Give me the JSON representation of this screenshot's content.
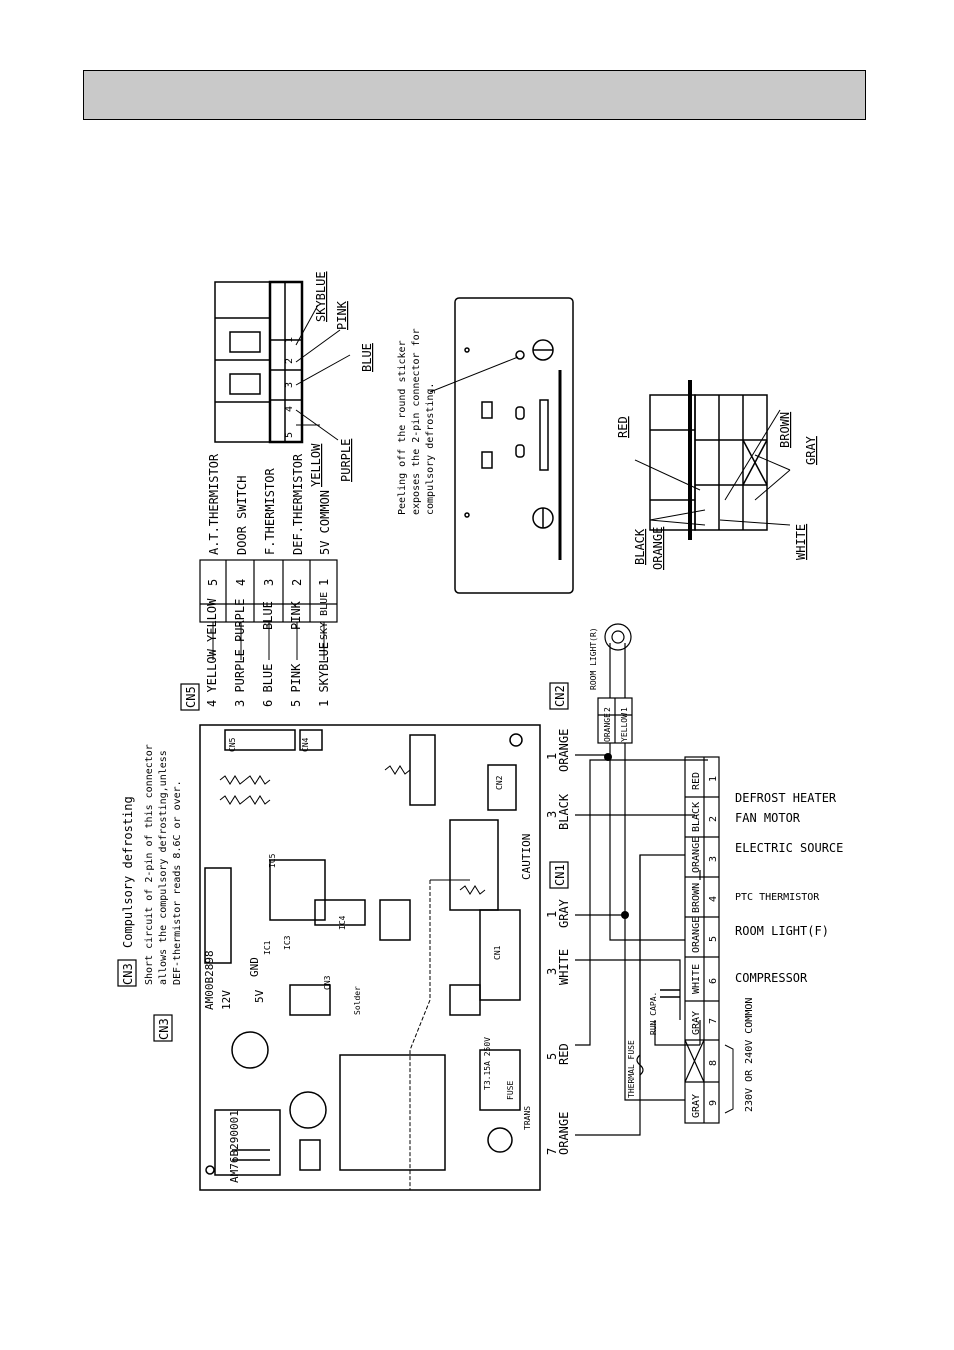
{
  "header": {
    "title": ""
  },
  "cn5": {
    "label": "CN5",
    "left_wires": [
      "4 YELLOW",
      "3 PURPLE",
      "6 BLUE",
      "5 PINK",
      "1 SKYBLUE"
    ],
    "table": [
      {
        "color": "YELLOW",
        "pin": "5",
        "func": "A.T.THERMISTOR"
      },
      {
        "color": "PURPLE",
        "pin": "4",
        "func": "DOOR SWITCH"
      },
      {
        "color": "BLUE",
        "pin": "3",
        "func": "F.THERMISTOR"
      },
      {
        "color": "PINK",
        "pin": "2",
        "func": "DEF.THERMISTOR"
      },
      {
        "color": "SKY BLUE",
        "pin": "1",
        "func": "5V COMMON"
      }
    ],
    "connector_wires": [
      "YELLOW",
      "PURPLE",
      "BLUE",
      "PINK",
      "SKYBLUE"
    ]
  },
  "sticker_note": [
    "Peeling off the round sticker",
    "exposes the 2-pin connector for",
    "compulsory defrosting."
  ],
  "cn3": {
    "label": "CN3",
    "title": "Compulsory defrosting",
    "note": [
      "Short circuit of 2-pin of this connector",
      "allows the compulsory defrosting,unless",
      "DEF-thermistor reads 8.6C or over."
    ]
  },
  "pcb": {
    "part_top": "AM00B2898",
    "part_bottom": "AM76B290001",
    "labels": [
      "CN5",
      "CN4",
      "CN3",
      "CN2",
      "CN1",
      "IC1",
      "IC3",
      "IC4",
      "IC5",
      "CAUTION",
      "FUSE",
      "TRANS",
      "T3.15A 250V",
      "12V",
      "5V",
      "GND",
      "Solder"
    ]
  },
  "pcb_wires": [
    {
      "num": "7",
      "color": "ORANGE"
    },
    {
      "num": "5",
      "color": "RED"
    },
    {
      "num": "3",
      "color": "WHITE"
    },
    {
      "num": "1",
      "color": "GRAY"
    },
    {
      "num": "3",
      "color": "BLACK"
    },
    {
      "num": "1",
      "color": "ORANGE"
    }
  ],
  "cn1": {
    "label": "CN1"
  },
  "cn2": {
    "label": "CN2",
    "pins": [
      {
        "num": "2",
        "color": "ORANGE"
      },
      {
        "num": "1",
        "color": "YELLOW"
      }
    ],
    "lamp": "ROOM LIGHT(R)"
  },
  "terminal_block": [
    {
      "color": "RED",
      "pin": "1",
      "func": "DEFROST HEATER"
    },
    {
      "color": "BLACK",
      "pin": "2",
      "func": "FAN MOTOR"
    },
    {
      "color": "ORANGE",
      "pin": "3",
      "func": "ELECTRIC SOURCE"
    },
    {
      "color": "BROWN",
      "pin": "4",
      "func": "PTC THERMISTOR"
    },
    {
      "color": "ORANGE",
      "pin": "5",
      "func": "ROOM LIGHT(F)"
    },
    {
      "color": "WHITE",
      "pin": "6",
      "func": "COMPRESSOR"
    },
    {
      "color": "GRAY",
      "pin": "7",
      "func": ""
    },
    {
      "color": "",
      "pin": "8",
      "func": ""
    },
    {
      "color": "GRAY",
      "pin": "9",
      "func": ""
    }
  ],
  "voltage_label": "230V OR 240V COMMON",
  "thermal_fuse": "THERMAL FUSE",
  "run_capa": "RUN CAPA.",
  "plug_wires": [
    "RED",
    "BROWN",
    "GRAY",
    "WHITE",
    "ORANGE",
    "BLACK"
  ]
}
